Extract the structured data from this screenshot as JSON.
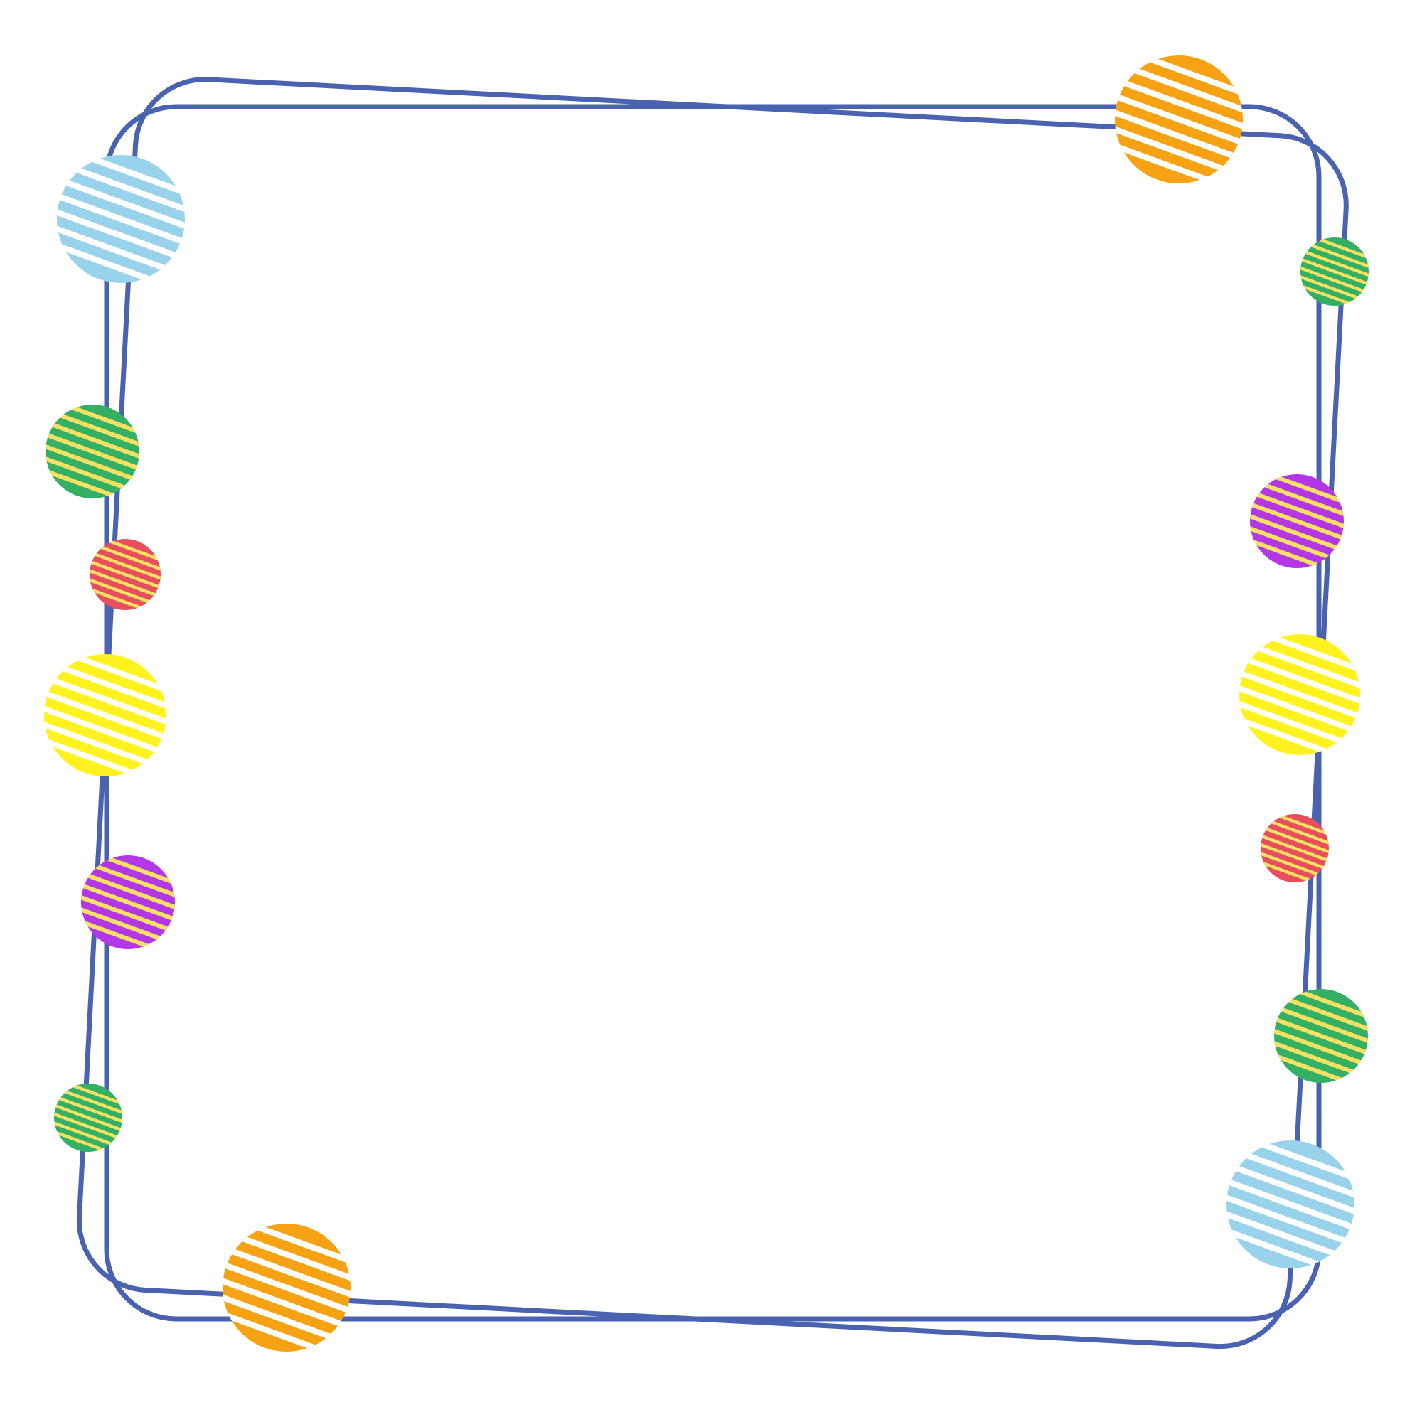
{
  "palette": {
    "frame": "#4a63b0",
    "background": "#ffffff",
    "orange": "#f7a212",
    "light_blue": "#99d3eb",
    "green": "#33b064",
    "red": "#e84f5c",
    "yellow": "#fff21f",
    "purple": "#b337e6",
    "stripe_white": "#ffffff",
    "stripe_yellow": "#f7e062"
  },
  "dots": [
    {
      "name": "orange-dot-top-right",
      "fill": "orange",
      "stripe": "stripe_white"
    },
    {
      "name": "light-blue-dot-top-left",
      "fill": "light_blue",
      "stripe": "stripe_white"
    },
    {
      "name": "green-dot-top-right-small",
      "fill": "green",
      "stripe": "stripe_yellow"
    },
    {
      "name": "green-dot-left-upper",
      "fill": "green",
      "stripe": "stripe_yellow"
    },
    {
      "name": "purple-dot-right-upper",
      "fill": "purple",
      "stripe": "stripe_yellow"
    },
    {
      "name": "red-dot-left-small",
      "fill": "red",
      "stripe": "stripe_yellow"
    },
    {
      "name": "yellow-dot-right",
      "fill": "yellow",
      "stripe": "stripe_white"
    },
    {
      "name": "yellow-dot-left",
      "fill": "yellow",
      "stripe": "stripe_white"
    },
    {
      "name": "red-dot-right-small",
      "fill": "red",
      "stripe": "stripe_yellow"
    },
    {
      "name": "purple-dot-left-lower",
      "fill": "purple",
      "stripe": "stripe_yellow"
    },
    {
      "name": "green-dot-right-lower",
      "fill": "green",
      "stripe": "stripe_yellow"
    },
    {
      "name": "green-dot-left-bottom-small",
      "fill": "green",
      "stripe": "stripe_yellow"
    },
    {
      "name": "light-blue-dot-bottom-right",
      "fill": "light_blue",
      "stripe": "stripe_white"
    },
    {
      "name": "orange-dot-bottom-left",
      "fill": "orange",
      "stripe": "stripe_white"
    }
  ]
}
